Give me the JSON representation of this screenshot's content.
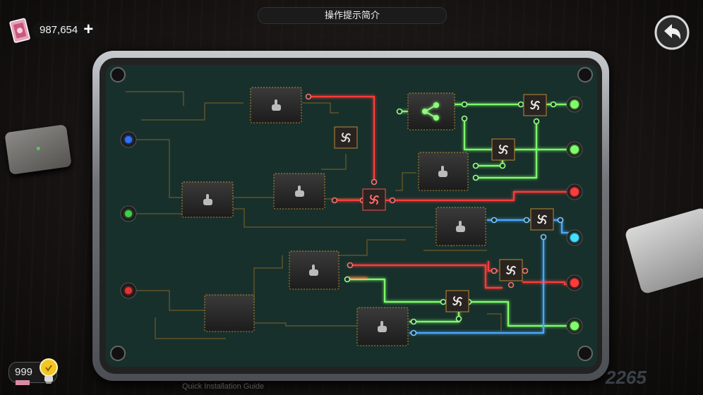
{
  "header": {
    "title": "操作提示简介"
  },
  "currency": {
    "amount": "987,654",
    "add_label": "+"
  },
  "hints": {
    "count": "999"
  },
  "watermark": {
    "text": "2265"
  },
  "manual": {
    "text": "Quick Installation Guide"
  },
  "colors": {
    "red": "#ff3b3b",
    "green": "#7dff6a",
    "blue": "#4aa8ff",
    "cyan": "#3fe0ff",
    "trace": "#b88a3a",
    "pcb": "#18302b"
  },
  "inputs": [
    {
      "name": "blue-input",
      "color": "blue"
    },
    {
      "name": "green-input",
      "color": "green"
    },
    {
      "name": "red-input",
      "color": "red"
    }
  ],
  "outputs": [
    {
      "name": "green-output-1",
      "color": "green"
    },
    {
      "name": "green-output-2",
      "color": "green"
    },
    {
      "name": "red-output-1",
      "color": "red"
    },
    {
      "name": "cyan-output",
      "color": "cyan"
    },
    {
      "name": "red-output-2",
      "color": "red"
    },
    {
      "name": "green-output-3",
      "color": "green"
    }
  ],
  "icons": {
    "back": "back-arrow-icon",
    "chip_tap": "hand-pointer-icon",
    "mixer": "swirl-icon",
    "splitter": "share-icon",
    "bulb": "lightbulb-icon",
    "money": "banknote-icon"
  }
}
